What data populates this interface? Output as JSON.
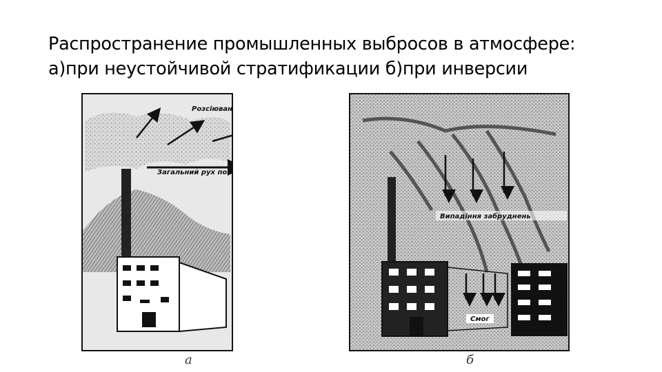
{
  "title": {
    "line1": "Распространение промышленных выбросов в атмосфере:",
    "line2": "а)при неустойчивой стратификации б)при инверсии"
  },
  "panel_a": {
    "label_top": "Розсіювання смогу",
    "label_mid": "Загальний рух повітря",
    "caption": "а"
  },
  "panel_b": {
    "label_mid": "Випадіння забруднень",
    "label_bottom": "Смог",
    "caption": "б"
  }
}
